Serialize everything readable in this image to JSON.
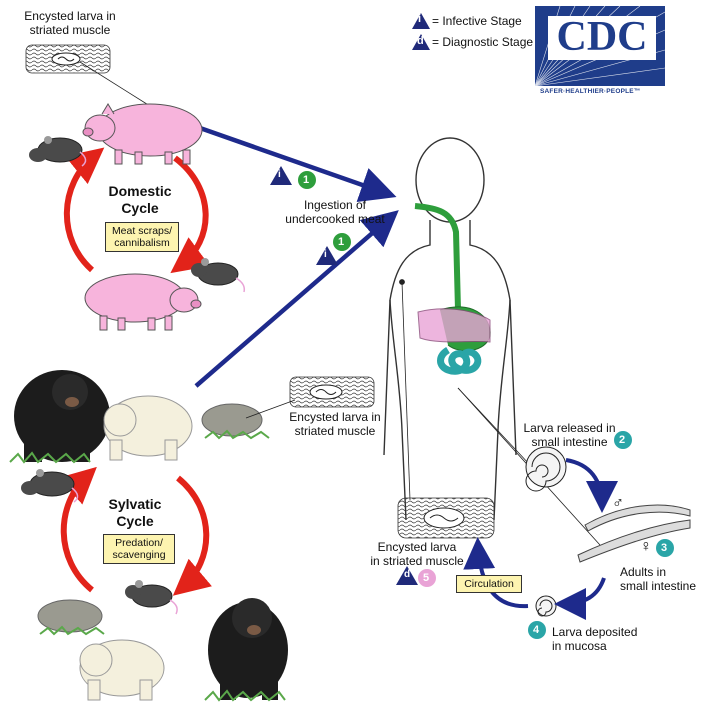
{
  "legend": {
    "infective_symbol": "i",
    "infective_label": "= Infective Stage",
    "diagnostic_symbol": "d",
    "diagnostic_label": "= Diagnostic Stage"
  },
  "logo": {
    "text": "CDC",
    "tagline": "SAFER·HEALTHIER·PEOPLE™"
  },
  "domestic_cycle": {
    "title": "Domestic\nCycle",
    "box": "Meat scraps/\ncannibalism",
    "encysted_label": "Encysted larva in\nstriated muscle"
  },
  "sylvatic_cycle": {
    "title": "Sylvatic\nCycle",
    "box": "Predation/\nscavenging",
    "encysted_label": "Encysted larva in\nstriated muscle"
  },
  "steps": {
    "ingestion": {
      "number": "1",
      "label": "Ingestion of\nundercooked meat"
    },
    "ingestion_2": {
      "number": "1"
    },
    "larva_released": {
      "number": "2",
      "label": "Larva released in\nsmall intestine"
    },
    "adults": {
      "number": "3",
      "label": "Adults in\nsmall intestine",
      "male": "♂",
      "female": "♀"
    },
    "larva_deposited": {
      "number": "4",
      "label": "Larva deposited\nin mucosa"
    },
    "encysted_human": {
      "number": "5",
      "label": "Encysted larva\nin striated muscle"
    },
    "circulation": {
      "label": "Circulation"
    }
  },
  "colors": {
    "arrow_blue": "#1e2a8c",
    "cycle_red": "#e2231a",
    "step_green": "#2e9e3c",
    "step_teal": "#2aa5a7",
    "step_pink": "#e9a3d6",
    "triangle_navy": "#202a7a",
    "pig_pink": "#f7b4dc",
    "box_yellow": "#fdf4b0",
    "cdc_blue": "#1f3d8a"
  }
}
